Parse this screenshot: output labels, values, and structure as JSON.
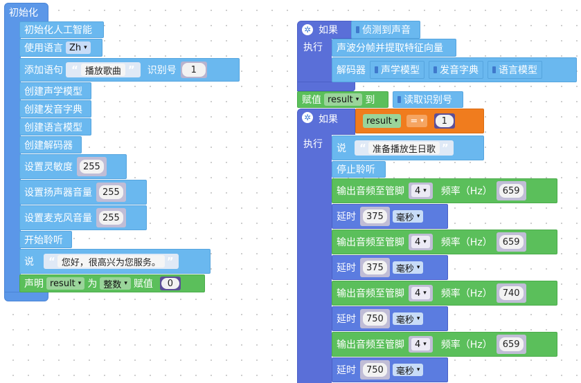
{
  "left": {
    "init_label": "初始化",
    "ai_init": "初始化人工智能",
    "use_lang": "使用语言",
    "lang_value": "Zh",
    "add_sentence": "添加语句",
    "sentence_text": "播放歌曲",
    "id_label": "识别号",
    "id_value": "1",
    "create_acoustic": "创建声学模型",
    "create_dict": "创建发音字典",
    "create_lang_model": "创建语言模型",
    "create_decoder": "创建解码器",
    "set_sensitivity": "设置灵敏度",
    "sensitivity_value": "255",
    "set_speaker_volume": "设置扬声器音量",
    "speaker_value": "255",
    "set_mic_volume": "设置麦克风音量",
    "mic_value": "255",
    "start_listen": "开始聆听",
    "say_label": "说",
    "say_text": "您好，很高兴为您服务。",
    "declare_label": "声明",
    "var_name": "result",
    "as_label": "为",
    "type_value": "整数",
    "assign_label": "赋值",
    "assign_value": "0"
  },
  "right": {
    "if1_label": "如果",
    "detect_sound": "侦测到声音",
    "exec1_label": "执行",
    "extract_features": "声波分帧并提取特征向量",
    "decoder_label": "解码器",
    "acoustic_model": "声学模型",
    "pron_dict": "发音字典",
    "lang_model": "语言模型",
    "assign_label": "赋值",
    "var_name": "result",
    "to_label": "到",
    "read_id": "读取识别号",
    "if2_label": "如果",
    "cmp_var": "result",
    "cmp_op": "=",
    "cmp_value": "1",
    "exec2_label": "执行",
    "say_label": "说",
    "say_text": "准备播放生日歌",
    "stop_listen": "停止聆听",
    "output_label": "输出音频至管脚",
    "pin_value": "4",
    "freq_label": "频率（Hz）",
    "delay_label": "延时",
    "ms_label": "毫秒",
    "freq_values": [
      "659",
      "659",
      "740",
      "659"
    ],
    "delay_values": [
      "375",
      "375",
      "750",
      "750"
    ]
  }
}
